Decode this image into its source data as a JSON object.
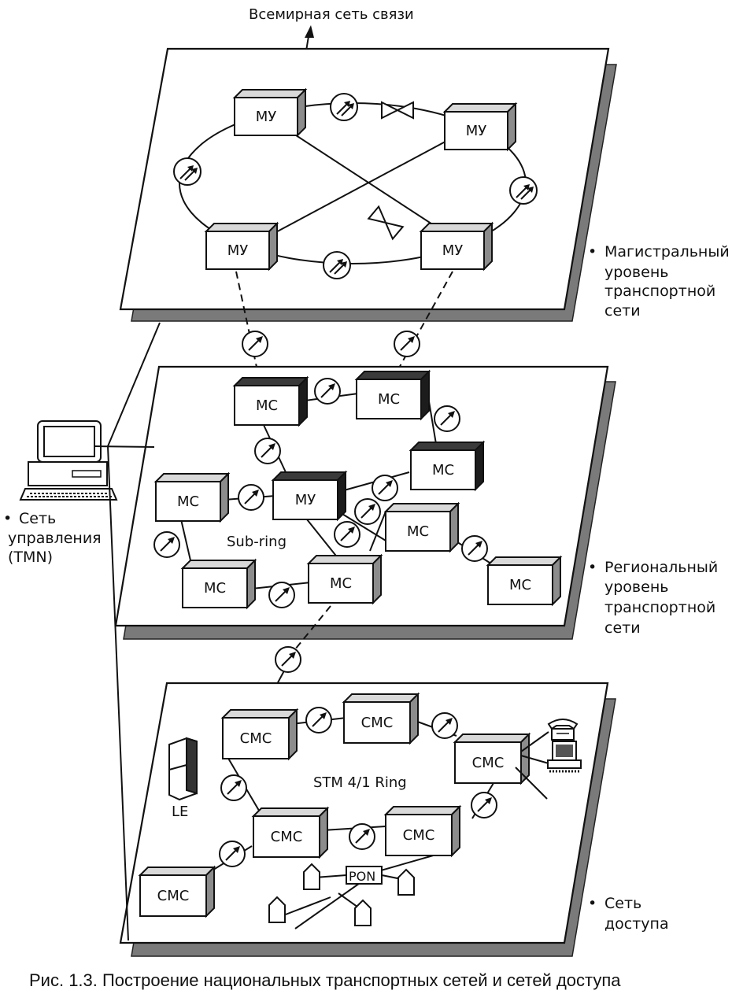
{
  "top_label": "Всемирная сеть связи",
  "levels": {
    "backbone": {
      "line1": "Магистральный",
      "line2": "уровень",
      "line3": "транспортной",
      "line4": "сети"
    },
    "regional": {
      "line1": "Региональный",
      "line2": "уровень",
      "line3": "транспортной",
      "line4": "сети"
    },
    "access": {
      "line1": "Сеть",
      "line2": "доступа"
    }
  },
  "management": {
    "line1": "Сеть",
    "line2": "управления",
    "line3": "(TMN)"
  },
  "nodes": {
    "backbone": [
      "МУ",
      "МУ",
      "МУ",
      "МУ"
    ],
    "regional": [
      "МС",
      "МС",
      "МС",
      "МУ",
      "МС",
      "МС",
      "МС",
      "МС",
      "МС"
    ],
    "access": [
      "СМС",
      "СМС",
      "СМС",
      "СМС",
      "СМС",
      "СМС"
    ]
  },
  "ring_labels": {
    "sub_ring": "Sub-ring",
    "stm_ring": "STM 4/1 Ring"
  },
  "le_label": "LE",
  "pon_label": "PON",
  "bullet": "•",
  "caption": "Рис. 1.3. Построение национальных транспортных сетей и сетей доступа"
}
